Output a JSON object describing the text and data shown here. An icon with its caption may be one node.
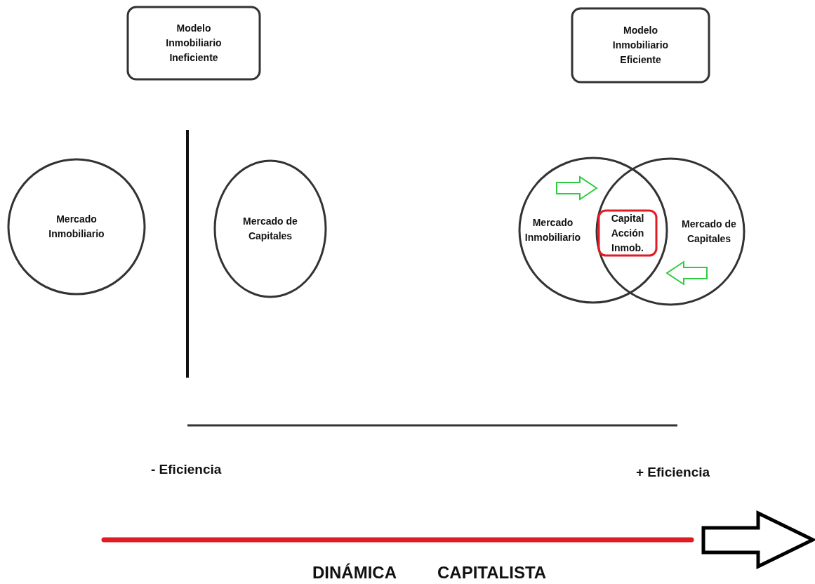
{
  "diagram": {
    "nodes": [
      {
        "text": [
          "Modelo Inmobiliario Ineficiente"
        ]
      },
      {
        "text": [
          "Modelo Inmobiliario Eficiente"
        ]
      },
      {
        "text": [
          "Mercado Inmobiliario"
        ]
      },
      {
        "text": [
          "Mercado de Capitales"
        ]
      },
      {
        "text": [
          "Mercado Inmobiliario"
        ]
      },
      {
        "text": [
          "Mercado de Capitales"
        ]
      },
      {
        "text": [
          "Capital Acción Inmob."
        ]
      }
    ],
    "edges": [
      {
        "from": 4,
        "to": 5,
        "arrow": "to",
        "color": "#2ecc40"
      },
      {
        "from": 5,
        "to": 4,
        "arrow": "to",
        "color": "#2ecc40"
      }
    ],
    "labels": [
      "- Eficiencia",
      "+ Eficiencia",
      "DINÁMICA",
      "CAPITALISTA"
    ]
  }
}
